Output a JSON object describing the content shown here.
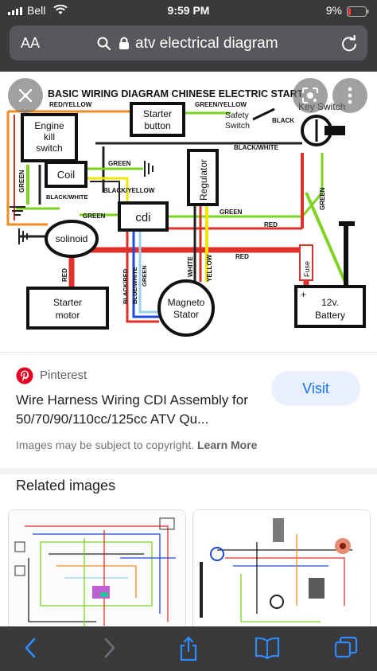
{
  "status_bar": {
    "carrier": "Bell",
    "time": "9:59 PM",
    "battery": "9%"
  },
  "browser": {
    "text_size_label": "AA",
    "url": "atv electrical diagram"
  },
  "diagram": {
    "title": "BASIC WIRING DIAGRAM CHINESE ELECTRIC START",
    "components": {
      "starter_button_line1": "Starter",
      "starter_button_line2": "button",
      "key_switch": "Key Switch",
      "safety_switch_line1": "Safety",
      "safety_switch_line2": "Switch",
      "engine_kill_line1": "Engine",
      "engine_kill_line2": "kill",
      "engine_kill_line3": "switch",
      "coil": "Coil",
      "cdi": "cdi",
      "regulator": "Regulator",
      "solinoid": "solinoid",
      "starter_motor_line1": "Starter",
      "starter_motor_line2": "motor",
      "magneto_line1": "Magneto",
      "magneto_line2": "Stator",
      "battery_line1": "12v.",
      "battery_line2": "Battery",
      "fuse": "Fuse",
      "plus": "+"
    },
    "wire_labels": {
      "red_yellow": "RED/YELLOW",
      "green_yellow": "GREEN/YELLOW",
      "black": "BLACK",
      "black_white": "BLACK/WHITE",
      "green": "GREEN",
      "black_yellow": "BLACK/YELLOW",
      "red": "RED",
      "white": "WHITE",
      "yellow": "YELLOW",
      "black_red": "BLACK/RED",
      "blue_white": "BLUE/WHITE"
    }
  },
  "result": {
    "source": "Pinterest",
    "title": "Wire Harness Wiring CDI Assembly for 50/70/90/110cc/125cc ATV Qu...",
    "visit_label": "Visit",
    "copyright_text": "Images may be subject to copyright.",
    "learn_more_label": "Learn More"
  },
  "related": {
    "heading": "Related images"
  },
  "colors": {
    "chrome": "#3a3a3c",
    "wire_red": "#e0302a",
    "wire_green": "#7ed321",
    "wire_yellow": "#f5e400",
    "wire_orange": "#f08a24",
    "visit_bg": "#e8f0fe",
    "visit_text": "#1a73e8"
  }
}
